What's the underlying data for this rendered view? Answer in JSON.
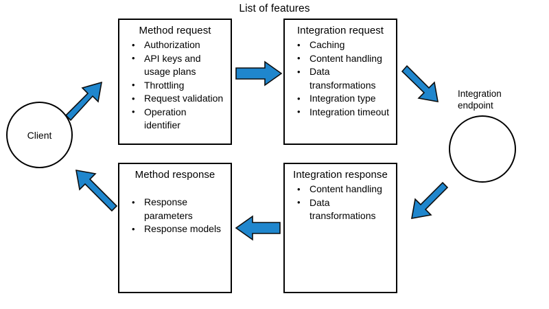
{
  "diagram": {
    "title": "List of features",
    "accent_color": "#1f86cd",
    "arrow_outline_color": "#0d0d0d",
    "shape_border_color": "#000000",
    "background_color": "#ffffff",
    "nodes": {
      "client": {
        "label": "Client",
        "shape": "circle"
      },
      "integration_endpoint": {
        "label": "Integration\nendpoint",
        "label_line1": "Integration",
        "label_line2": "endpoint",
        "shape": "circle"
      }
    },
    "boxes": [
      {
        "id": "method-request",
        "title": "Method request",
        "items": [
          "Authorization",
          "API keys and usage plans",
          "Throttling",
          "Request validation",
          "Operation identifier"
        ]
      },
      {
        "id": "integration-request",
        "title": "Integration request",
        "items": [
          "Caching",
          "Content handling",
          "Data transformations",
          "Integration type",
          "Integration timeout"
        ]
      },
      {
        "id": "method-response",
        "title": "Method response",
        "items": [
          "Response parameters",
          "Response models"
        ]
      },
      {
        "id": "integration-response",
        "title": "Integration response",
        "items": [
          "Content handling",
          "Data transformations"
        ]
      }
    ],
    "arrows": [
      {
        "id": "client-to-method-request",
        "direction": "up-right"
      },
      {
        "id": "method-request-to-integration-request",
        "direction": "right"
      },
      {
        "id": "integration-request-to-endpoint",
        "direction": "down-right"
      },
      {
        "id": "endpoint-to-integration-response",
        "direction": "down-left"
      },
      {
        "id": "integration-response-to-method-response",
        "direction": "left"
      },
      {
        "id": "method-response-to-client",
        "direction": "up-left"
      }
    ]
  }
}
